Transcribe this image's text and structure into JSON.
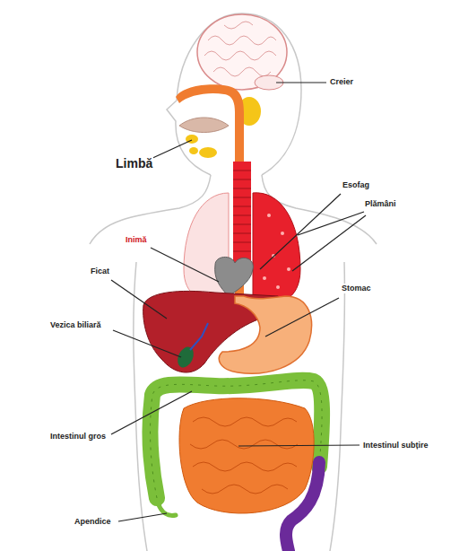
{
  "diagram": {
    "labels": [
      "Creier",
      "Limbă",
      "Esofag",
      "Plămâni",
      "Inimă",
      "Ficat",
      "Stomac",
      "Vezica biliară",
      "Intestinul gros",
      "Intestinul subțire",
      "Apendice"
    ]
  }
}
